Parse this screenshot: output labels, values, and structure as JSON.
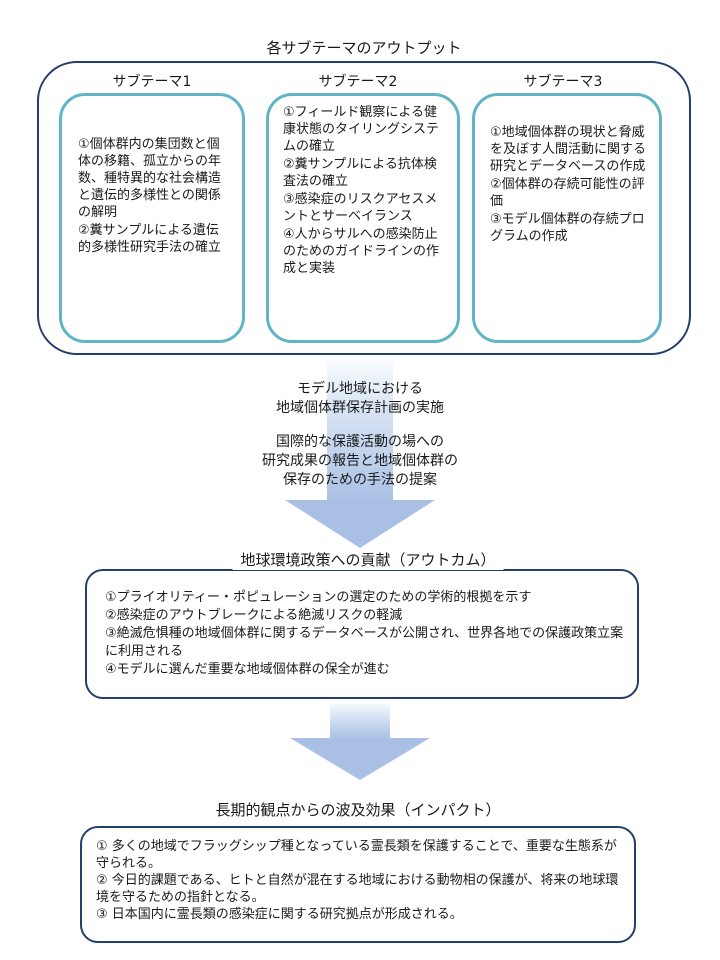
{
  "outputs": {
    "title": "各サブテーマのアウトプット",
    "subthemes": [
      {
        "title": "サブテーマ1",
        "items": [
          "①個体群内の集団数と個体の移籍、孤立からの年数、種特異的な社会構造と遺伝的多様性との関係の解明",
          "②糞サンプルによる遺伝的多様性研究手法の確立"
        ]
      },
      {
        "title": "サブテーマ2",
        "items": [
          "①フィールド観察による健康状態のタイリングシステムの確立",
          "②糞サンプルによる抗体検査法の確立",
          "③感染症のリスクアセスメントとサーベイランス",
          "④人からサルへの感染防止のためのガイドラインの作成と実装"
        ]
      },
      {
        "title": "サブテーマ3",
        "items": [
          "①地域個体群の現状と脅威を及ぼす人間活動に関する研究とデータベースの作成",
          "②個体群の存続可能性の評価",
          "③モデル個体群の存続プログラムの作成"
        ]
      }
    ]
  },
  "middle": {
    "line1": "モデル地域における",
    "line2": "地域個体群保存計画の実施",
    "line3": "国際的な保護活動の場への",
    "line4": "研究成果の報告と地域個体群の",
    "line5": "保存のための手法の提案"
  },
  "outcome": {
    "title": "地球環境政策への貢献（アウトカム）",
    "items": [
      "①プライオリティー・ポピュレーションの選定のための学術的根拠を示す",
      "②感染症のアウトブレークによる絶滅リスクの軽減",
      "③絶滅危惧種の地域個体群に関するデータベースが公開され、世界各地での保護政策立案に利用される",
      "④モデルに選んだ重要な地域個体群の保全が進む"
    ]
  },
  "impact": {
    "title": "長期的観点からの波及効果（インパクト）",
    "items": [
      "① 多くの地域でフラッグシップ種となっている霊長類を保護することで、重要な生態系が守られる。",
      "② 今日的課題である、ヒトと自然が混在する地域における動物相の保護が、将来の地球環境を守るための指針となる。",
      "③ 日本国内に霊長類の感染症に関する研究拠点が形成される。"
    ]
  }
}
